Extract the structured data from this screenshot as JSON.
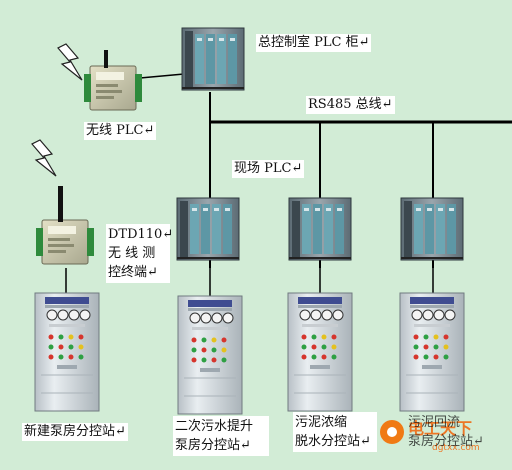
{
  "labels": {
    "master_cabinet": "总控制室 PLC 柜↵",
    "rs485_bus": "RS485 总线↵",
    "wireless_plc": "无线 PLC↵",
    "field_plc": "现场 PLC↵",
    "dtd_line1": "DTD110↵",
    "dtd_line2": "无 线 测",
    "dtd_line3": "控终端↵"
  },
  "stations": [
    {
      "line1": "新建泵房分控站↵",
      "line2": ""
    },
    {
      "line1": "二次污水提升",
      "line2": "泵房分控站↵"
    },
    {
      "line1": "污泥浓缩",
      "line2": "脱水分控站↵"
    },
    {
      "line1": "污泥回流",
      "line2": "泵房分控站↵"
    }
  ],
  "watermark": {
    "text": "电工天下",
    "subtext": "dgtxx.com"
  }
}
